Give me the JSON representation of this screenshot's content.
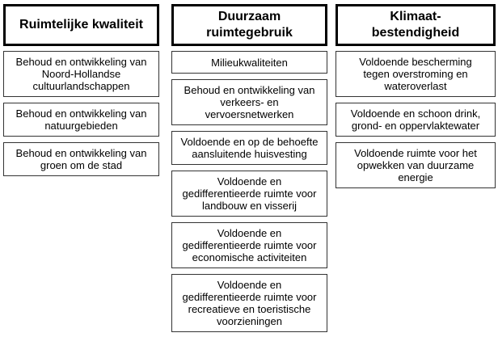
{
  "diagram": {
    "columns": [
      {
        "title": "Ruimtelijke kwaliteit",
        "items": [
          "Behoud en ontwikkeling van\nNoord-Hollandse\ncultuurlandschappen",
          "Behoud en ontwikkeling van\nnatuurgebieden",
          "Behoud en ontwikkeling van\ngroen om de stad"
        ]
      },
      {
        "title": "Duurzaam\nruimtegebruik",
        "items": [
          "Milieukwaliteiten",
          "Behoud en ontwikkeling van\nverkeers- en\nvervoersnetwerken",
          "Voldoende en op de behoefte\naansluitende huisvesting",
          "Voldoende en\ngedifferentieerde ruimte voor\nlandbouw en visserij",
          "Voldoende en\ngedifferentieerde ruimte voor\neconomische activiteiten",
          "Voldoende en\ngedifferentieerde ruimte voor\nrecreatieve en toeristische\nvoorzieningen"
        ]
      },
      {
        "title": "Klimaat-\nbestendigheid",
        "items": [
          "Voldoende bescherming\ntegen overstroming en\nwateroverlast",
          "Voldoende en schoon drink,\ngrond- en oppervlaktewater",
          "Voldoende ruimte voor het\nopwekken van duurzame\nenergie"
        ]
      }
    ]
  },
  "colors": {
    "background": "#ffffff",
    "text": "#000000",
    "header_border": "#000000",
    "item_border": "#333333"
  }
}
